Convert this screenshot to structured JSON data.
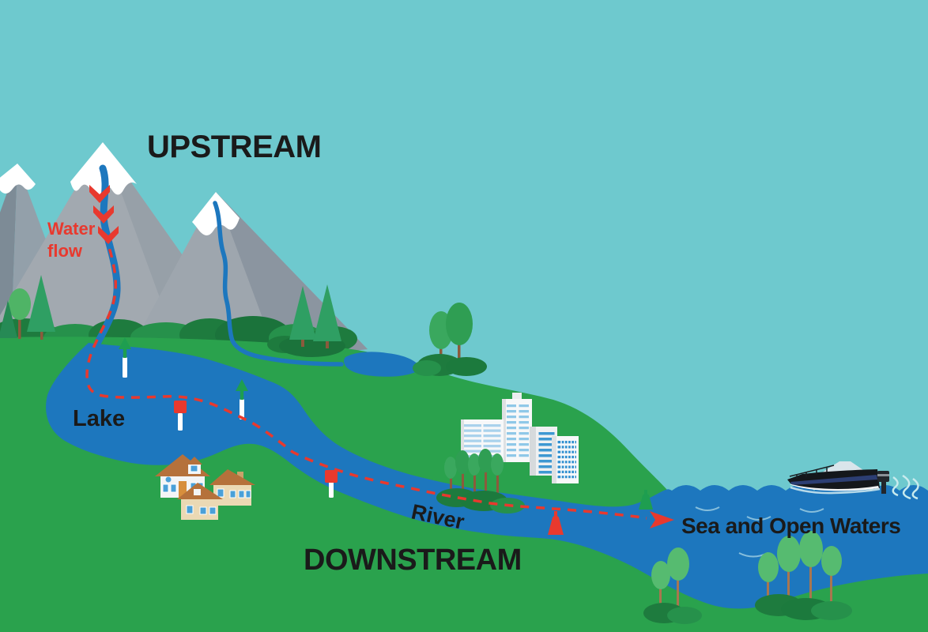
{
  "scene": {
    "upstream_label": "UPSTREAM",
    "water_flow_line1": "Water",
    "water_flow_line2": "flow",
    "lake_label": "Lake",
    "river_label": "River",
    "downstream_label": "DOWNSTREAM",
    "sea_label": "Sea and Open Waters"
  },
  "colors": {
    "sky": "#6EC9CE",
    "land": "#2AA24D",
    "water": "#1D77BE",
    "flow_red": "#E8392E",
    "snow": "#FFFFFF",
    "mountain_gray": "#A2A9B0",
    "bush_green": "#1E7B3E",
    "tree_green": "#4FB466",
    "roof_brown": "#B5713B",
    "house_tan": "#EBD9B4",
    "building_white": "#F7F8F9",
    "window_blue": "#4AA0D8",
    "buoy_green": "#1E9E50",
    "boat_hull": "#14171B"
  },
  "markers": {
    "buoys": [
      {
        "type": "green-arrow-buoy",
        "location": "lake"
      },
      {
        "type": "red-square-buoy",
        "location": "lake"
      },
      {
        "type": "green-arrow-buoy",
        "location": "lake"
      },
      {
        "type": "red-square-buoy",
        "location": "river"
      },
      {
        "type": "red-cone-buoy",
        "location": "river"
      },
      {
        "type": "green-cone-buoy",
        "location": "sea"
      }
    ],
    "flow_arrow_count": 3
  }
}
